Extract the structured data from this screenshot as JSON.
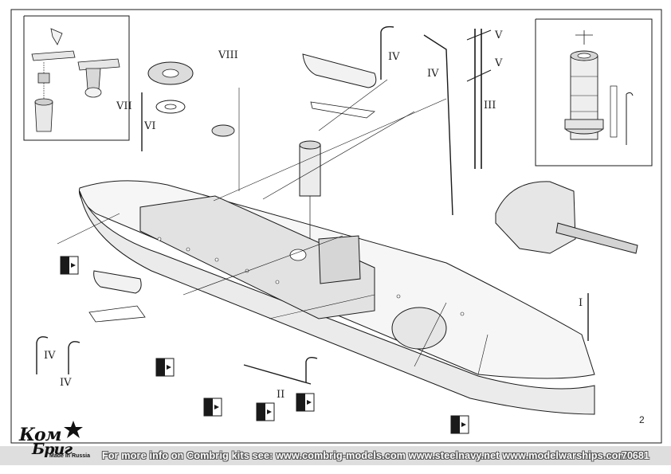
{
  "labels": {
    "roman_viii": "VIII",
    "roman_vii": "VII",
    "roman_vi": "VI",
    "roman_iv_a": "IV",
    "roman_iv_b": "IV",
    "roman_iv_c": "IV",
    "roman_iv_d": "IV",
    "roman_v_a": "V",
    "roman_v_b": "V",
    "roman_iii": "III",
    "roman_ii": "II",
    "roman_i": "I"
  },
  "footer": {
    "info_text": "For more info on Combrig kits see: www.combrig-models.com www.steelnavy.net  www.modelwarships.com",
    "kit_number": "70681"
  },
  "page_number": "2",
  "logo": {
    "top": "Ком",
    "bottom": "Бриг",
    "made_in": "Made in Russia"
  },
  "colors": {
    "line": "#1a1a1a",
    "fill_light": "#f4f4f4",
    "fill_mid": "#d8d8d8",
    "fill_dark": "#9a9a9a",
    "footer_bar": "#dedede"
  }
}
